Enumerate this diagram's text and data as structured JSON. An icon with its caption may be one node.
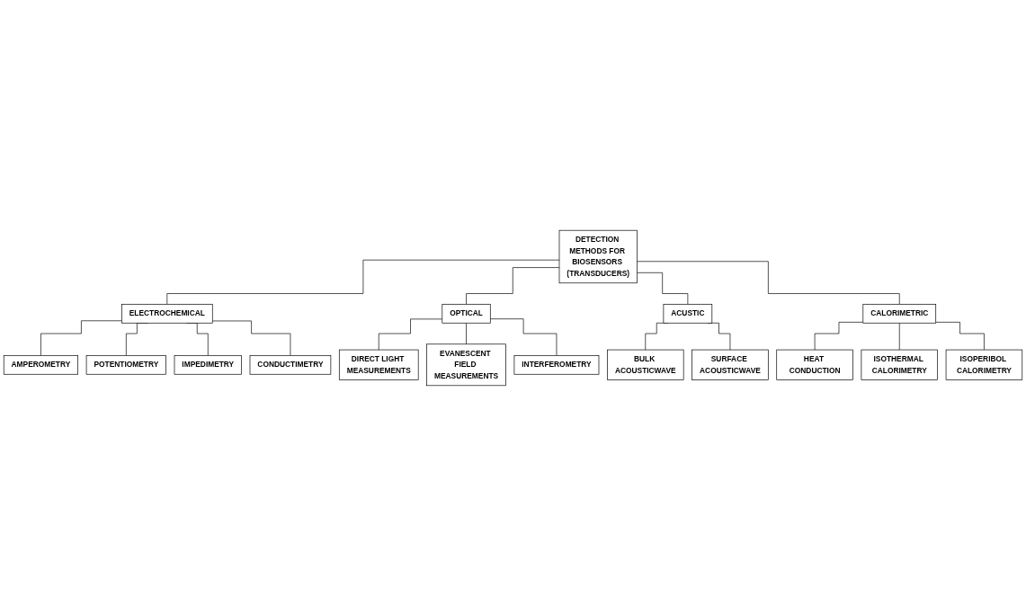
{
  "diagram": {
    "nodes": [
      {
        "text": [
          "DETECTION METHODS FOR BIOSENSORS (TRANSDUCERS)"
        ]
      },
      {
        "text": [
          "ELECTROCHEMICAL"
        ]
      },
      {
        "text": [
          "AMPEROMETRY"
        ]
      },
      {
        "text": [
          "POTENTIOMETRY"
        ]
      },
      {
        "text": [
          "IMPEDIMETRY"
        ]
      },
      {
        "text": [
          "CONDUCTIMETRY"
        ]
      },
      {
        "text": [
          "OPTICAL"
        ]
      },
      {
        "text": [
          "DIRECT LIGHT MEASUREMENTS"
        ]
      },
      {
        "text": [
          "EVANESCENT FIELD MEASUREMENTS"
        ]
      },
      {
        "text": [
          "INTERFEROMETRY"
        ]
      },
      {
        "text": [
          "ACUSTIC"
        ]
      },
      {
        "text": [
          "BULK ACOUSTICWAVE"
        ]
      },
      {
        "text": [
          "SURFACE ACOUSTICWAVE"
        ]
      },
      {
        "text": [
          "CALORIMETRIC"
        ]
      },
      {
        "text": [
          "HEAT CONDUCTION"
        ]
      },
      {
        "text": [
          "ISOTHERMAL CALORIMETRY"
        ]
      },
      {
        "text": [
          "ISOPERIBOL CALORIMETRY"
        ]
      }
    ],
    "edges": [
      {
        "from": 0,
        "to": 1,
        "arrow": "none"
      },
      {
        "from": 0,
        "to": 6,
        "arrow": "none"
      },
      {
        "from": 0,
        "to": 10,
        "arrow": "none"
      },
      {
        "from": 0,
        "to": 13,
        "arrow": "none"
      },
      {
        "from": 1,
        "to": 2,
        "arrow": "none"
      },
      {
        "from": 1,
        "to": 3,
        "arrow": "none"
      },
      {
        "from": 1,
        "to": 4,
        "arrow": "none"
      },
      {
        "from": 1,
        "to": 5,
        "arrow": "none"
      },
      {
        "from": 6,
        "to": 7,
        "arrow": "none"
      },
      {
        "from": 6,
        "to": 8,
        "arrow": "none"
      },
      {
        "from": 6,
        "to": 9,
        "arrow": "none"
      },
      {
        "from": 10,
        "to": 11,
        "arrow": "none"
      },
      {
        "from": 10,
        "to": 12,
        "arrow": "none"
      },
      {
        "from": 13,
        "to": 14,
        "arrow": "none"
      },
      {
        "from": 13,
        "to": 15,
        "arrow": "none"
      },
      {
        "from": 13,
        "to": 16,
        "arrow": "none"
      }
    ]
  }
}
